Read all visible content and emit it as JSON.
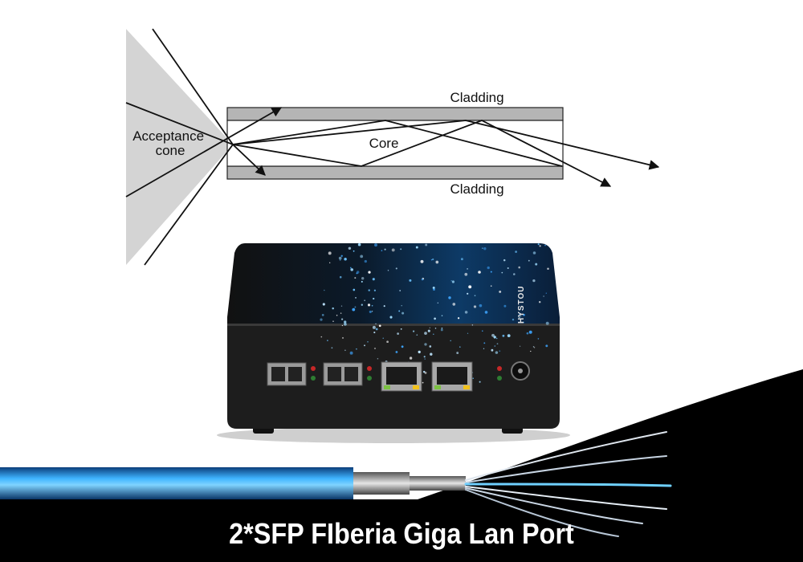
{
  "diagram": {
    "acceptance_cone_label": "Acceptance\ncone",
    "core_label": "Core",
    "cladding_top_label": "Cladding",
    "cladding_bottom_label": "Cladding"
  },
  "product": {
    "brand": "HYSTOU"
  },
  "caption": {
    "text": "2*SFP FIberia Giga Lan Port"
  },
  "colors": {
    "background": "#ffffff",
    "cone": "#d4d4d4",
    "cladding": "#b5b5b5",
    "device_body": "#1a1a1a",
    "fiber_blue": "#1e8fe0",
    "caption_text": "#ffffff",
    "caption_band": "#000000"
  }
}
